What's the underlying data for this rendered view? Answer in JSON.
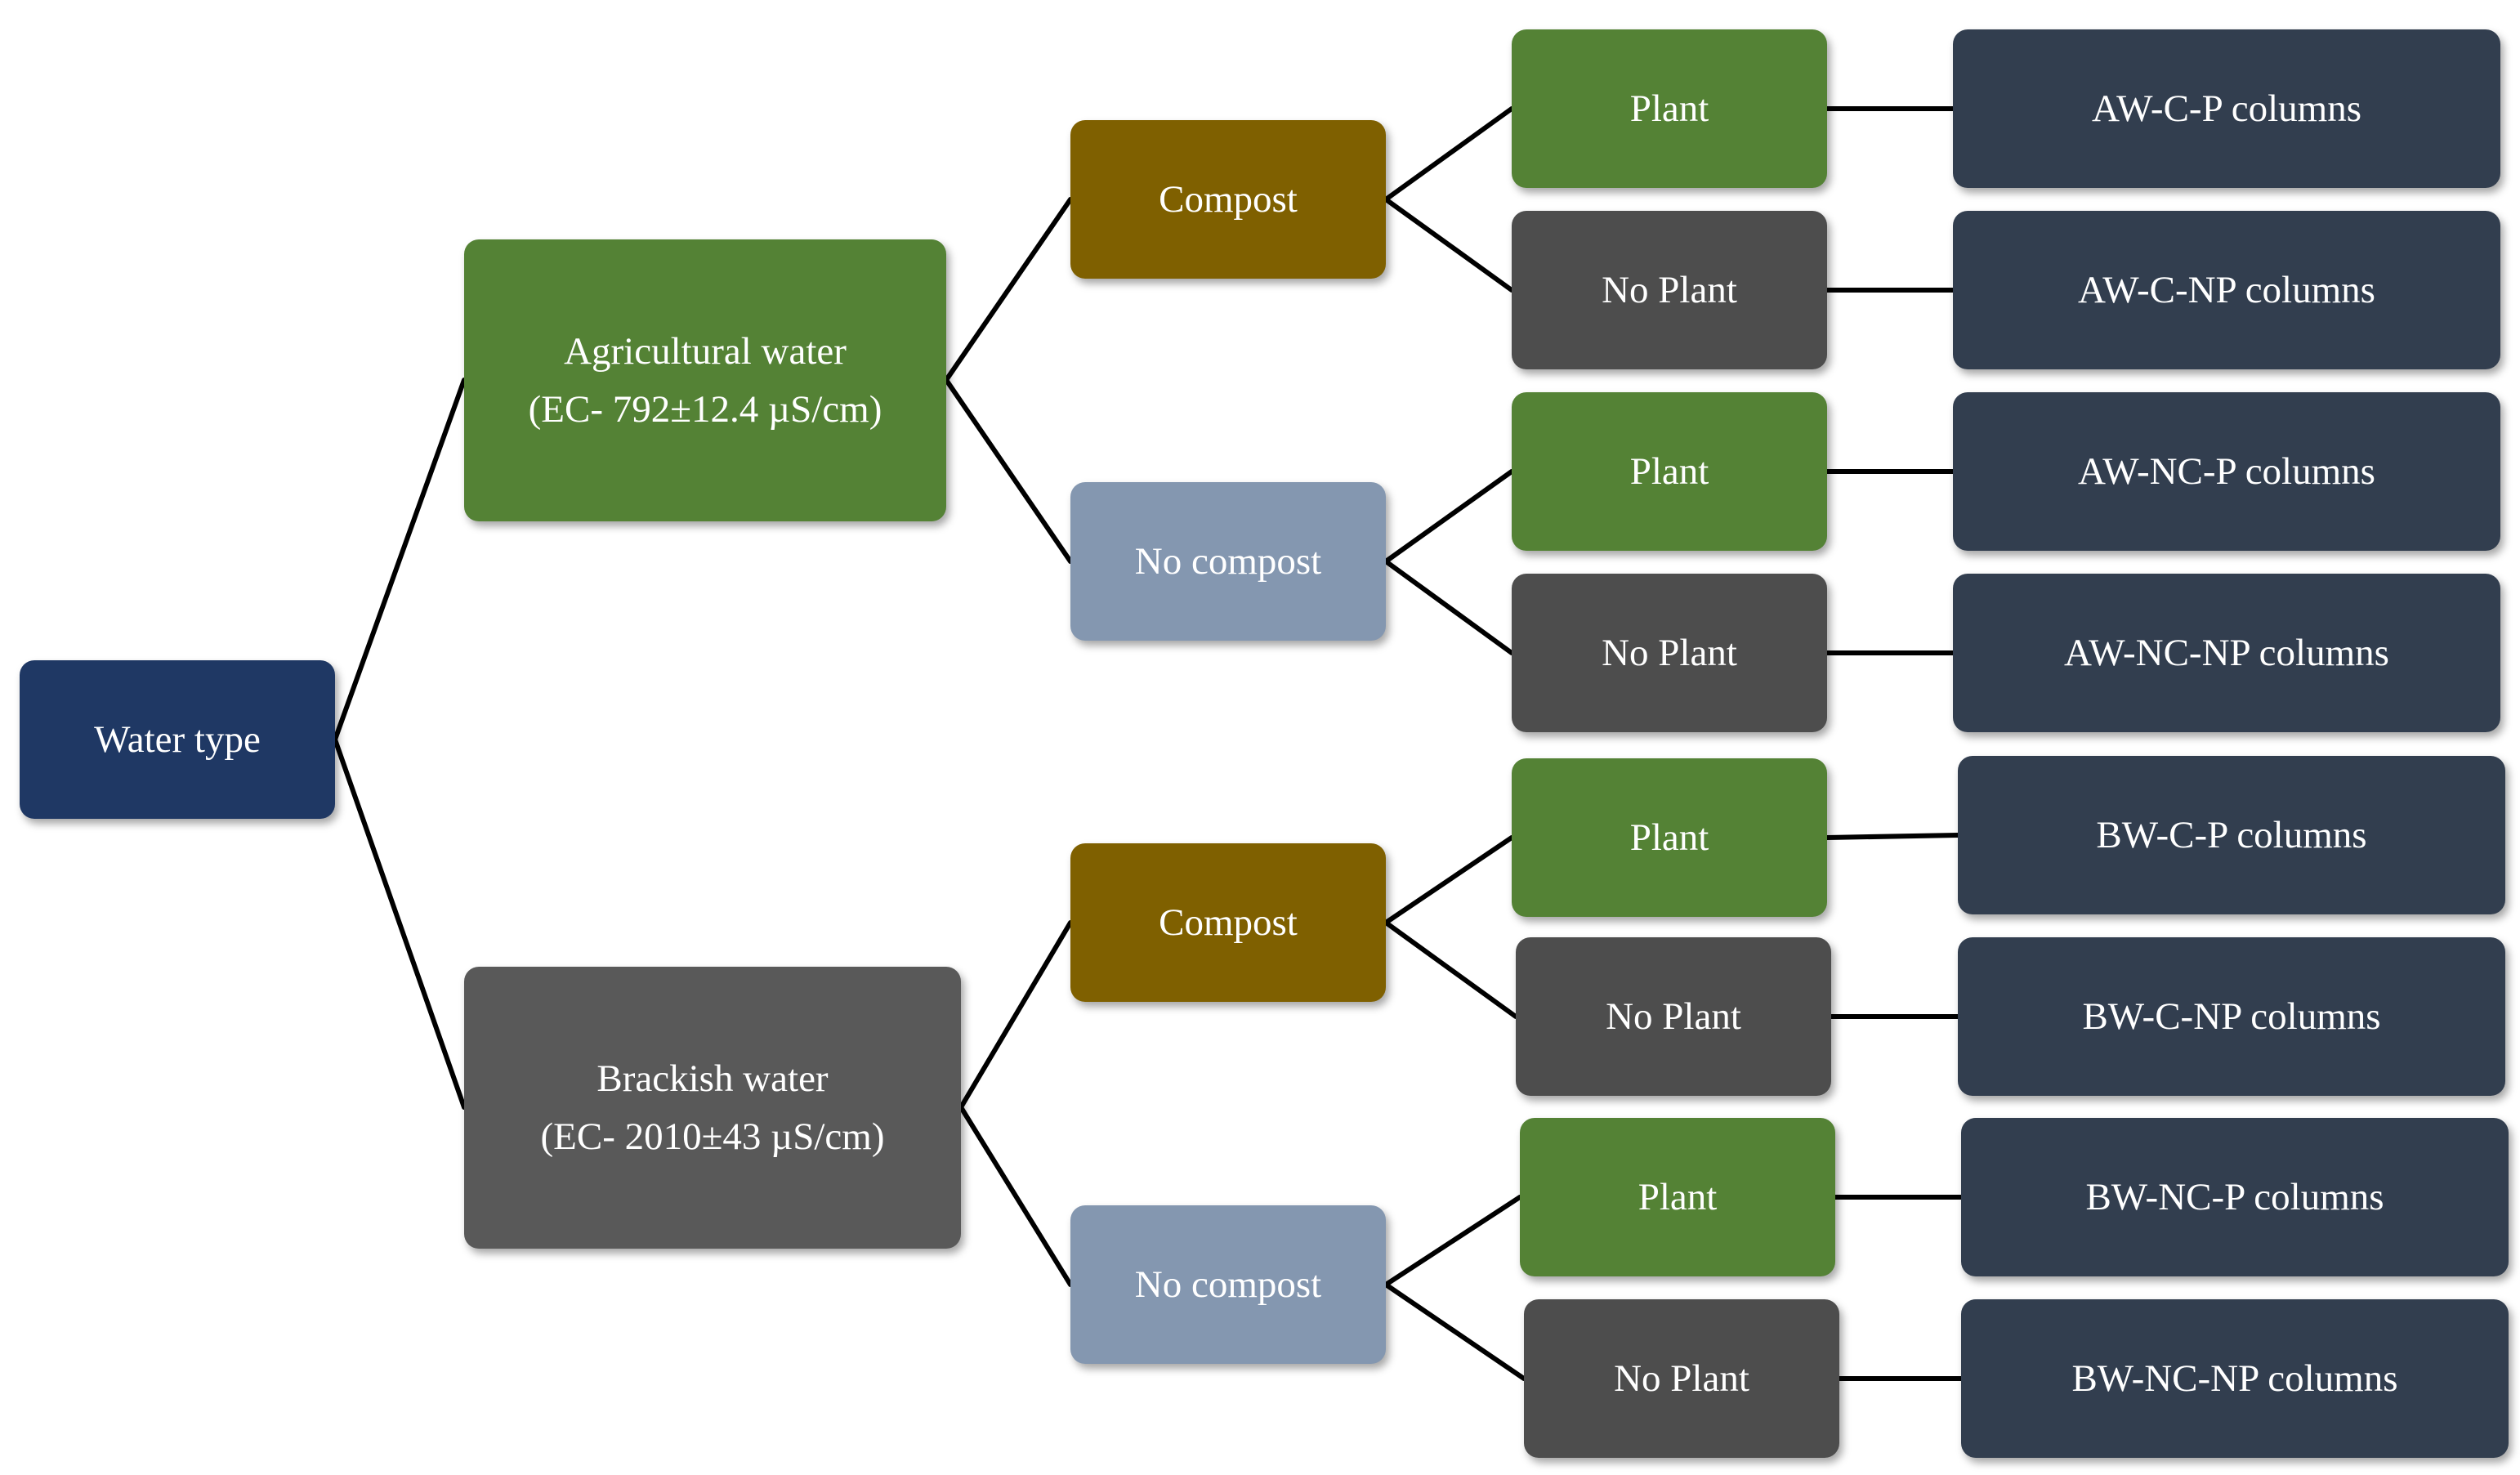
{
  "colors": {
    "root": "#1f3864",
    "agricultural": "#548235",
    "brackish": "#595959",
    "compost": "#7f6000",
    "no_compost": "#8497b0",
    "plant": "#548235",
    "no_plant": "#4d4d4d",
    "result": "#323e4f",
    "connector": "#000000",
    "text": "#ffffff"
  },
  "root": {
    "label": "Water type"
  },
  "water_types": [
    {
      "label": "Agricultural water",
      "ec": "(EC- 792±12.4 µS/cm)",
      "treatments": [
        {
          "label": "Compost",
          "plants": [
            {
              "label": "Plant",
              "result": "AW-C-P columns"
            },
            {
              "label": "No Plant",
              "result": "AW-C-NP columns"
            }
          ]
        },
        {
          "label": "No compost",
          "plants": [
            {
              "label": "Plant",
              "result": "AW-NC-P columns"
            },
            {
              "label": "No Plant",
              "result": "AW-NC-NP columns"
            }
          ]
        }
      ]
    },
    {
      "label": "Brackish water",
      "ec": "(EC- 2010±43 µS/cm)",
      "treatments": [
        {
          "label": "Compost",
          "plants": [
            {
              "label": "Plant",
              "result": "BW-C-P columns"
            },
            {
              "label": "No Plant",
              "result": "BW-C-NP columns"
            }
          ]
        },
        {
          "label": "No compost",
          "plants": [
            {
              "label": "Plant",
              "result": "BW-NC-P columns"
            },
            {
              "label": "No Plant",
              "result": "BW-NC-NP columns"
            }
          ]
        }
      ]
    }
  ]
}
